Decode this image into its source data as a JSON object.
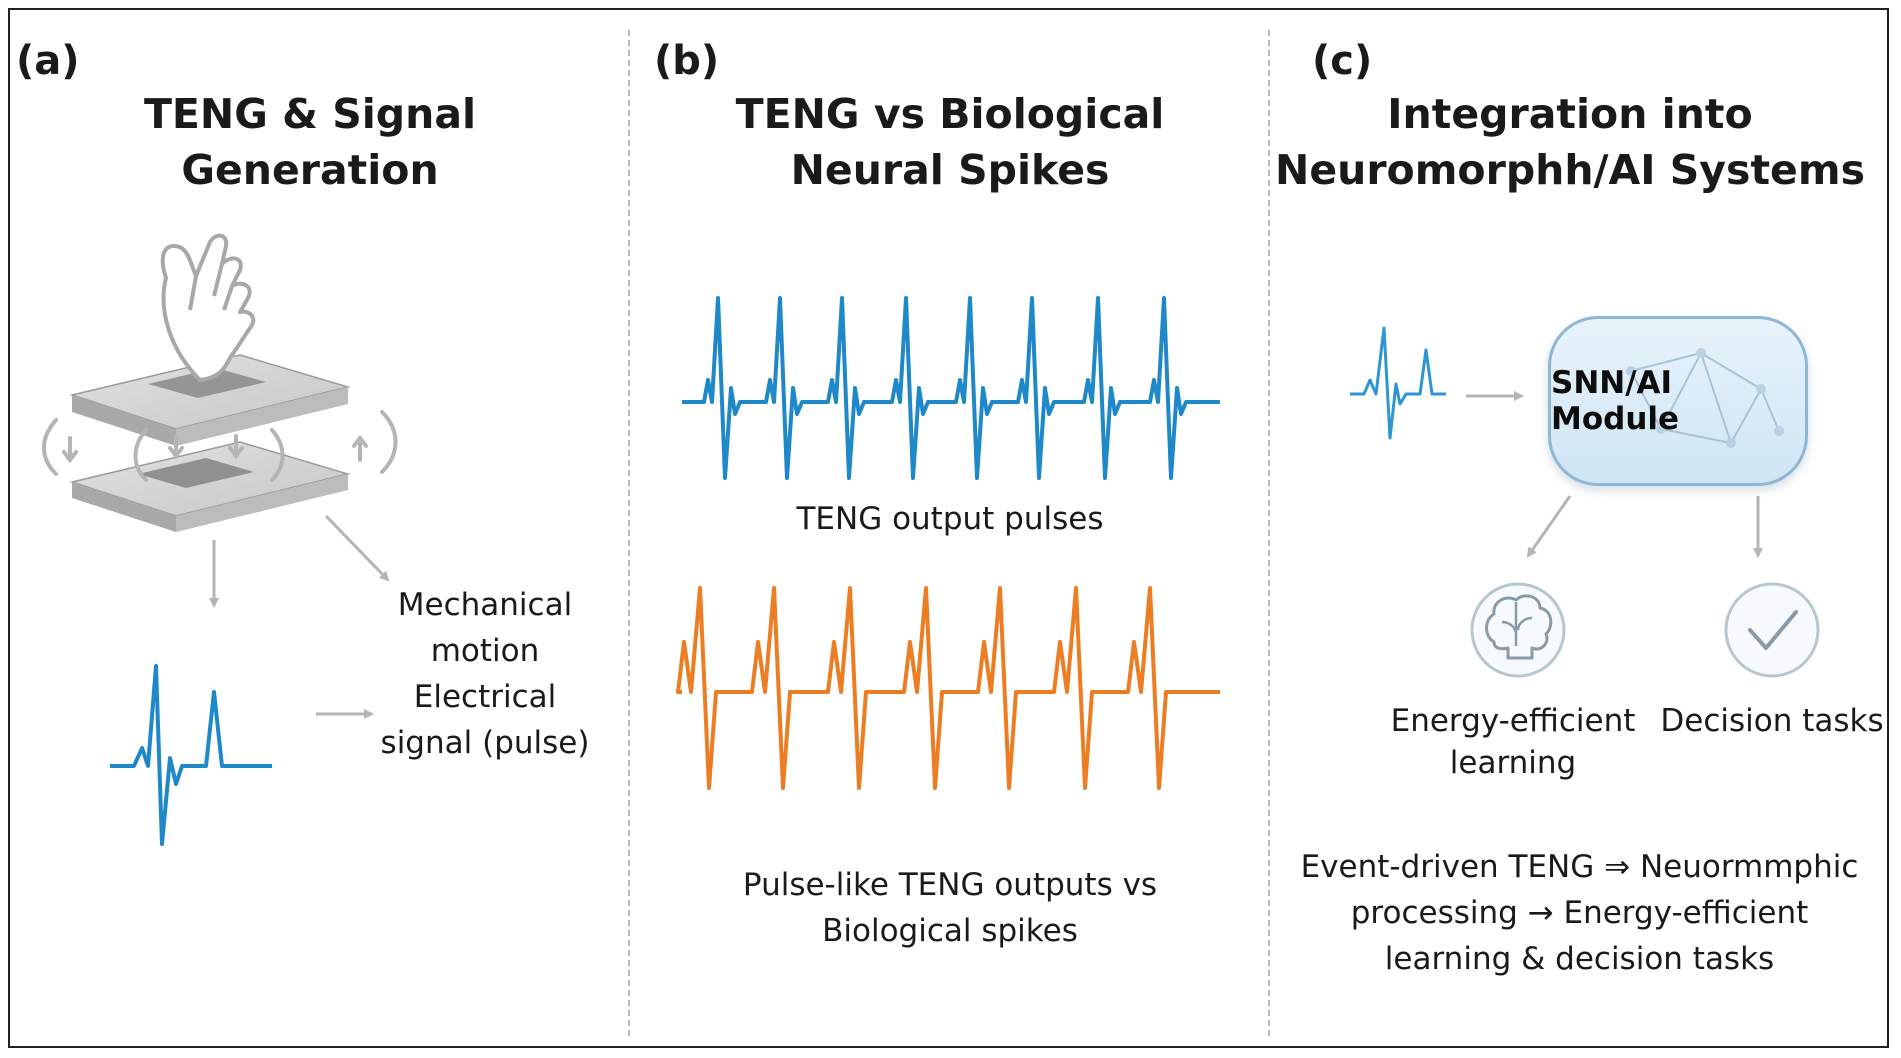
{
  "panels": {
    "a": {
      "tag": "(a)",
      "title": [
        "TENG & Signal",
        "Generation"
      ],
      "caption": [
        "Mechanical",
        "motion",
        "Electrical",
        "signal (pulse)"
      ],
      "icons": [
        "hand-icon",
        "teng-layers-icon",
        "arrow-down-icon",
        "arrow-diagonal-icon",
        "arrow-right-icon"
      ]
    },
    "b": {
      "tag": "(b)",
      "title": [
        "TENG vs Biological",
        "Neural Spikes"
      ],
      "wave_top_label": "TENG output pulses",
      "wave_bottom_label": [
        "Pulse-like TENG outputs vs",
        "Biological spikes"
      ],
      "colors": {
        "teng": "#1f88c8",
        "bio": "#ec7d22"
      }
    },
    "c": {
      "tag": "(c)",
      "title": [
        "Integration into",
        "Neuromorphh/AI Systems"
      ],
      "module_label": "SNN/AI Module",
      "outputs": [
        {
          "label": [
            "Energy-efficient",
            "learning"
          ],
          "icon": "brain-icon"
        },
        {
          "label": [
            "Decision tasks"
          ],
          "icon": "checkmark-icon"
        }
      ],
      "summary": [
        "Event-driven TENG ⇒ Neuormmphic",
        "processing  → Energy-efficient",
        "learning & decision tasks"
      ]
    }
  }
}
